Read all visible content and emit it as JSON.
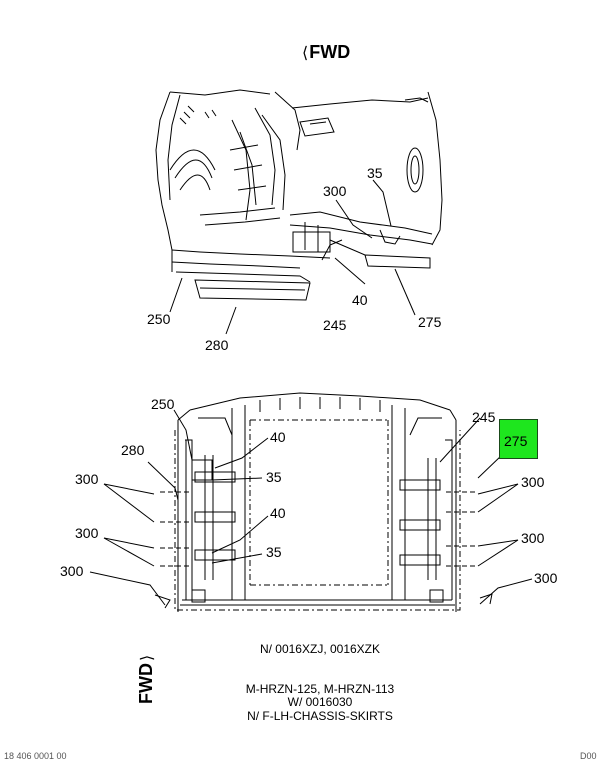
{
  "fwd_label": "FWD",
  "fwd_arrow": "⟨",
  "fwd_side_arrow": "⟩",
  "top_view_callouts": {
    "c35": "35",
    "c300": "300",
    "c40": "40",
    "c250": "250",
    "c245": "245",
    "c275": "275",
    "c280": "280"
  },
  "bottom_view_callouts": {
    "c250": "250",
    "c245": "245",
    "c280": "280",
    "c40a": "40",
    "c35a": "35",
    "c40b": "40",
    "c35b": "35",
    "c300_l1": "300",
    "c300_l2": "300",
    "c300_l3": "300",
    "c300_r1": "300",
    "c300_r2": "300",
    "c300_r3": "300",
    "c275_highlight": "275"
  },
  "notes": {
    "line1": "N/ 0016XZJ, 0016XZK",
    "line2": "M-HRZN-125, M-HRZN-113",
    "line3": "W/ 0016030",
    "line4": "N/ F-LH-CHASSIS-SKIRTS"
  },
  "footer_left": "18 406 0001 00",
  "footer_right": "D00",
  "highlight_color": "#1ee61e"
}
